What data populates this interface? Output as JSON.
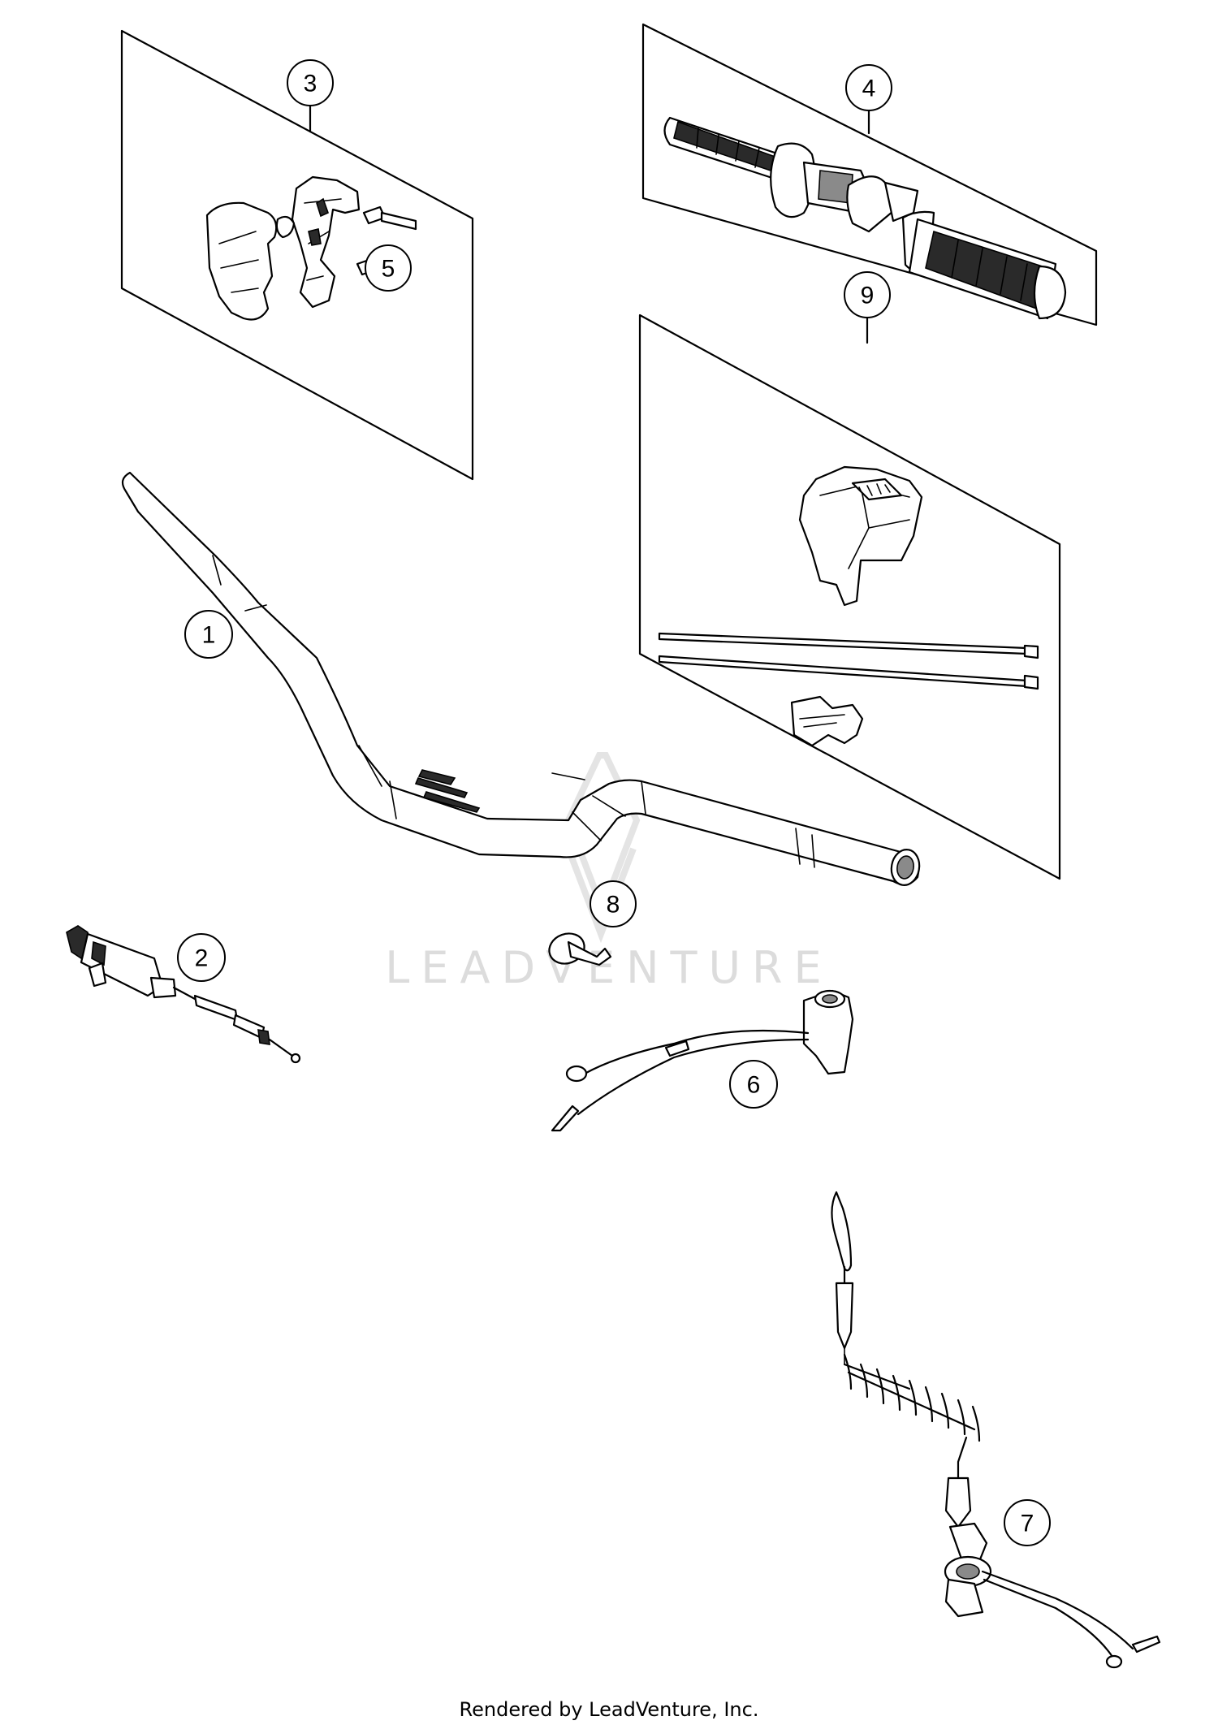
{
  "diagram": {
    "watermark": "LEADVENTURE",
    "footer": "Rendered by LeadVenture, Inc.",
    "callouts": [
      "1",
      "2",
      "3",
      "4",
      "5",
      "6",
      "7",
      "8",
      "9"
    ]
  },
  "colors": {
    "line": "#000000",
    "background": "#ffffff",
    "watermark": "#dcdcdc"
  }
}
